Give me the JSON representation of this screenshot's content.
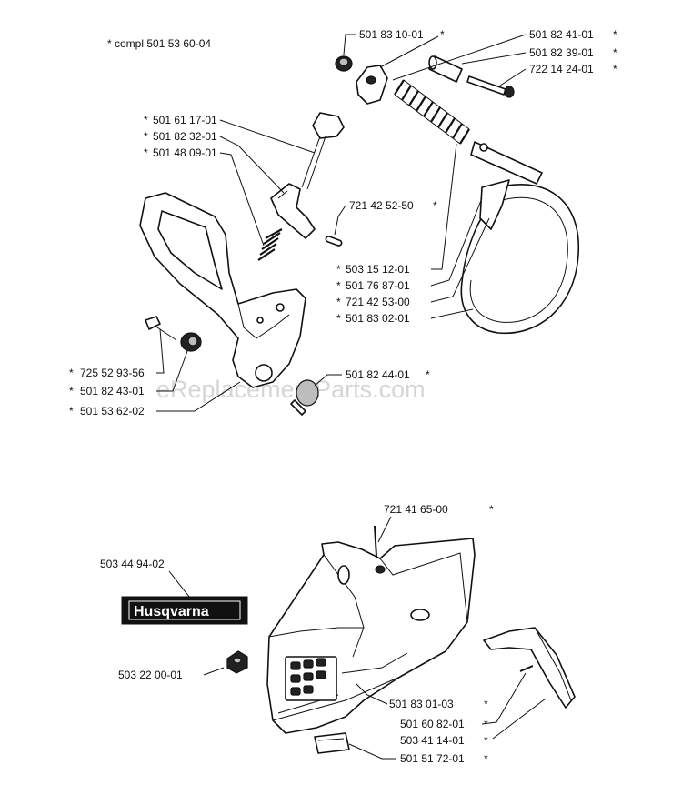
{
  "note": "* compl 501 53 60-04",
  "watermark": "eReplacementParts.com",
  "brand_label": "Husqvarna",
  "labels": {
    "p501831001": "501 83 10-01",
    "p501824101": "501 82 41-01",
    "p501823901": "501 82 39-01",
    "p722142401": "722 14 24-01",
    "p501611701": "501 61 17-01",
    "p501823201": "501 82 32-01",
    "p501480901": "501 48 09-01",
    "p721425250": "721 42 52-50",
    "p503151201": "503 15 12-01",
    "p501768701": "501 76 87-01",
    "p721425300": "721 42 53-00",
    "p501830201": "501 83 02-01",
    "p725529356": "725 52 93-56",
    "p501824301": "501 82 43-01",
    "p501536202": "501 53 62-02",
    "p501824401": "501 82 44-01",
    "p721416500": "721 41 65-00",
    "p503449402": "503 44 94-02",
    "p503220001": "503 22 00-01",
    "p501830103": "501 83 01-03",
    "p501608201": "501 60 82-01",
    "p503411401": "503 41 14-01",
    "p501517201": "501 51 72-01"
  },
  "star": "*"
}
